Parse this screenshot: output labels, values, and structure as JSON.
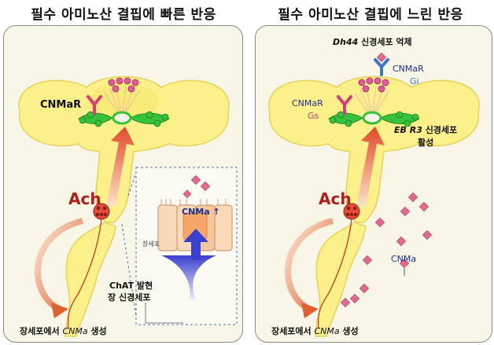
{
  "left_title": "필수 아미노산 결핍에 빠른 반응",
  "right_title": "필수 아미노산 결핍에 느린 반응",
  "left": {
    "receptor_label": "CNMaR",
    "ach_label": "Ach",
    "inset_cnma_label": "CNMa",
    "inset_tissue_label": "장세포",
    "chat_label_line1": "ChAT 발현",
    "chat_label_line2": "장 신경세포",
    "bottom_label_prefix": "장세포에서 ",
    "bottom_label_italic": "CNMa",
    "bottom_label_suffix": " 생성"
  },
  "right": {
    "dh44_italic": "Dh44",
    "dh44_rest": " 신경세포 억제",
    "cnmar_gi_label": "CNMaR",
    "gi_label": "Gi",
    "cnmar_gs_label": "CNMaR",
    "gs_label": "Gs",
    "ebr3_italic": "EB R3",
    "ebr3_rest": " 신경세포",
    "activation_label": "활성",
    "ach_label": "Ach",
    "cnma_label": "CNMa",
    "bottom_label_prefix": "장세포에서 ",
    "bottom_label_italic": "CNMa",
    "bottom_label_suffix": " 생성"
  },
  "colors": {
    "brain_fill": "#fbf08a",
    "receptor": "#d83c7a",
    "neuron_green": "#36c23a",
    "ach_red": "#b51d1d",
    "gi_receptor": "#3a78c9",
    "peptide": "#e26a8f",
    "label_blue": "#1c2f8c",
    "label_pink": "#c0407a"
  }
}
